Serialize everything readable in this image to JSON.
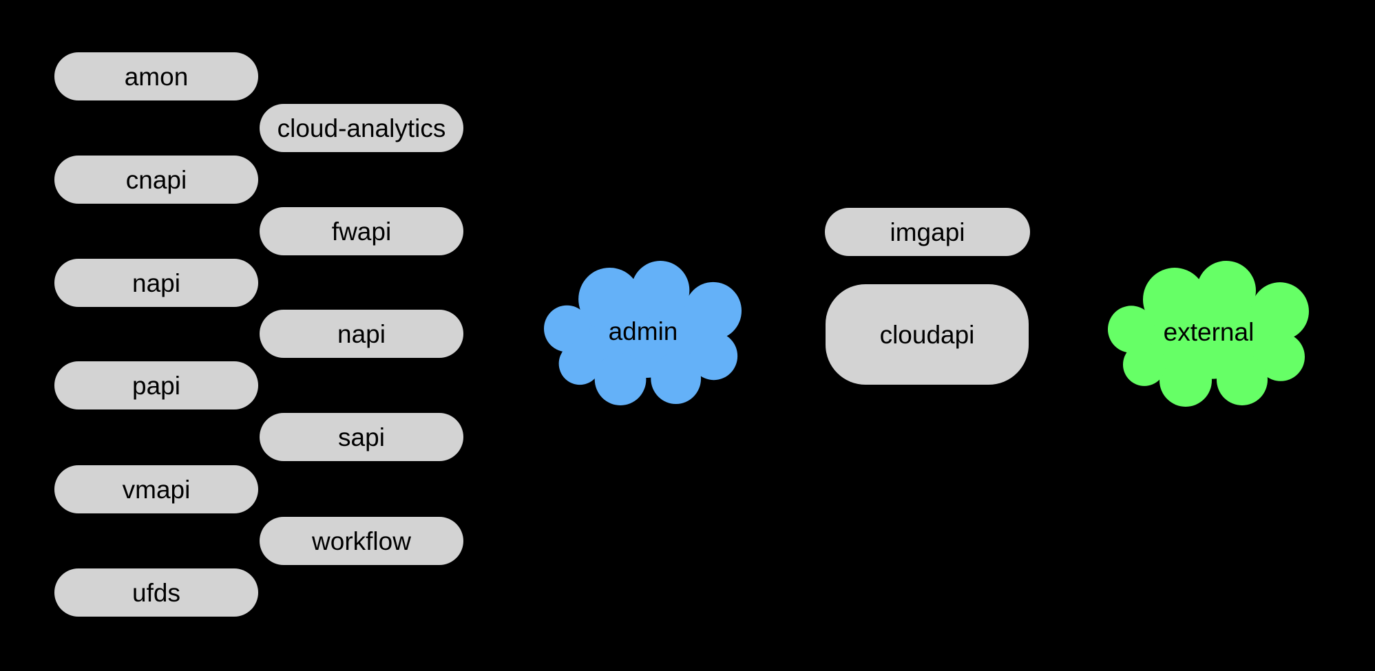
{
  "colors": {
    "background": "#000000",
    "service_fill": "#d3d3d3",
    "admin_cloud_fill": "#64b1f8",
    "external_cloud_fill": "#66ff66",
    "label_text": "#000000"
  },
  "nodes": {
    "amon": {
      "label": "amon",
      "shape": "stadium"
    },
    "cloud_analytics": {
      "label": "cloud-analytics",
      "shape": "stadium"
    },
    "cnapi": {
      "label": "cnapi",
      "shape": "stadium"
    },
    "fwapi": {
      "label": "fwapi",
      "shape": "stadium"
    },
    "napi_left": {
      "label": "napi",
      "shape": "stadium"
    },
    "napi_mid": {
      "label": "napi",
      "shape": "stadium"
    },
    "papi": {
      "label": "papi",
      "shape": "stadium"
    },
    "sapi": {
      "label": "sapi",
      "shape": "stadium"
    },
    "vmapi": {
      "label": "vmapi",
      "shape": "stadium"
    },
    "workflow": {
      "label": "workflow",
      "shape": "stadium"
    },
    "ufds": {
      "label": "ufds",
      "shape": "stadium"
    },
    "admin": {
      "label": "admin",
      "shape": "cloud"
    },
    "imgapi": {
      "label": "imgapi",
      "shape": "stadium"
    },
    "cloudapi": {
      "label": "cloudapi",
      "shape": "rounded-rect"
    },
    "external": {
      "label": "external",
      "shape": "cloud"
    }
  }
}
